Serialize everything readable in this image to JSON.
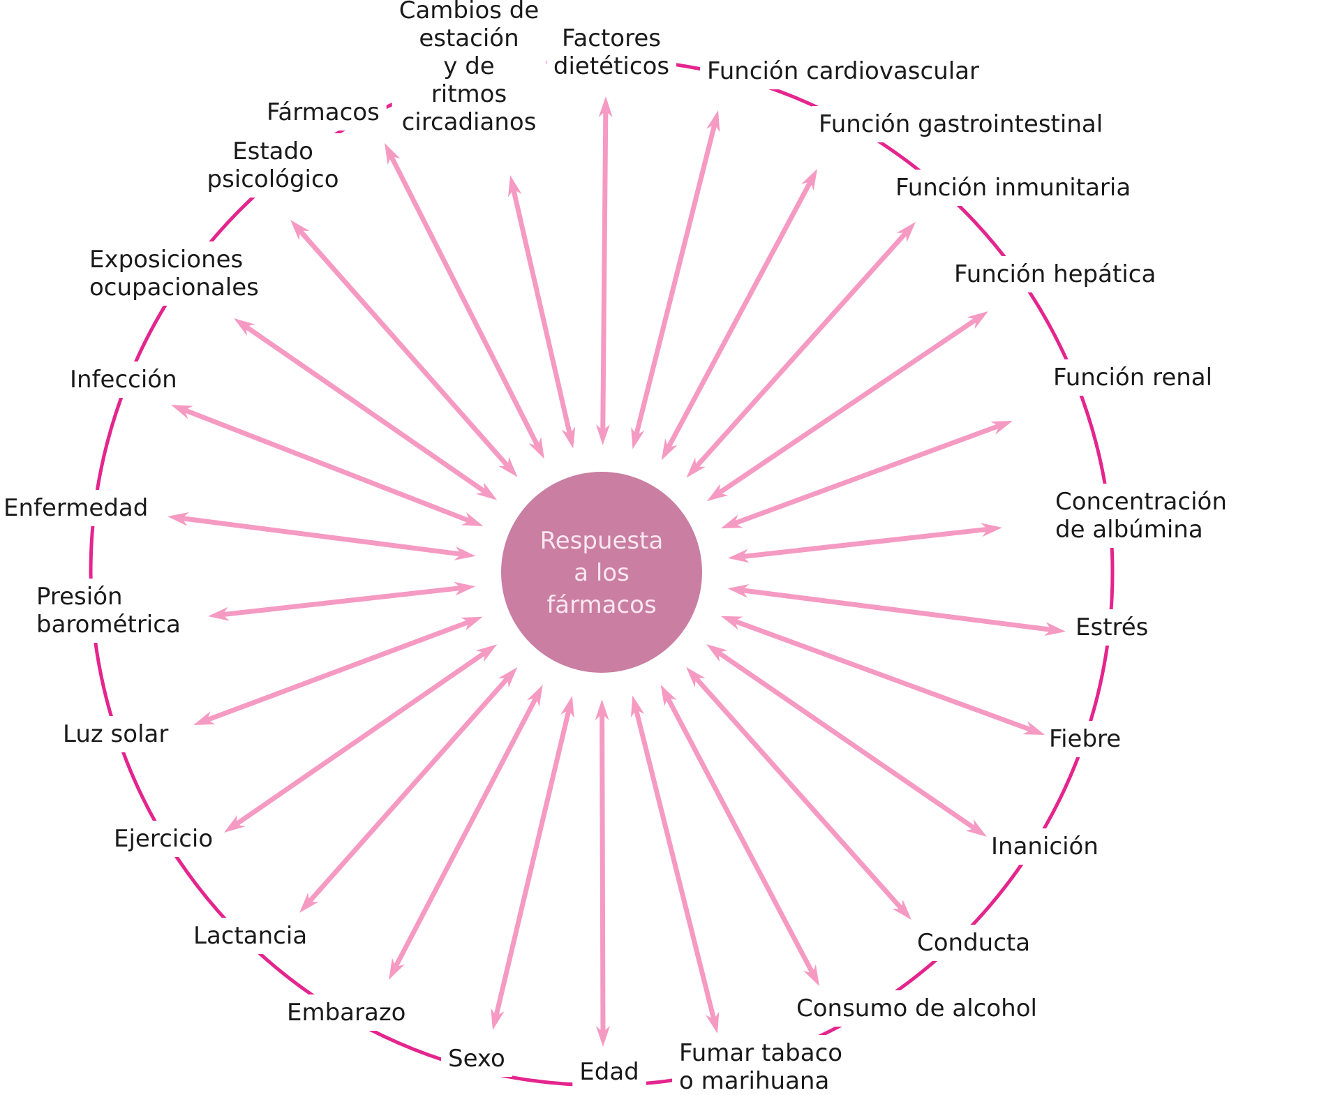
{
  "diagram": {
    "center": {
      "lines": [
        "Respuesta",
        "a los",
        "fármacos"
      ]
    },
    "colors": {
      "arc": "#e4258e",
      "arrow": "#f59ac2",
      "center_fill": "#c97ea2",
      "center_text": "#fbe7ef",
      "label": "#1a1a1a"
    },
    "factors": [
      {
        "lines": [
          "Factores",
          "dietéticos"
        ]
      },
      {
        "lines": [
          "Función  cardiovascular"
        ]
      },
      {
        "lines": [
          "Función gastrointestinal"
        ]
      },
      {
        "lines": [
          "Función inmunitaria"
        ]
      },
      {
        "lines": [
          "Función hepática"
        ]
      },
      {
        "lines": [
          "Función renal"
        ]
      },
      {
        "lines": [
          "Concentración",
          "de albúmina"
        ]
      },
      {
        "lines": [
          "Estrés"
        ]
      },
      {
        "lines": [
          "Fiebre"
        ]
      },
      {
        "lines": [
          "Inanición"
        ]
      },
      {
        "lines": [
          "Conducta"
        ]
      },
      {
        "lines": [
          "Consumo de alcohol"
        ]
      },
      {
        "lines": [
          "Fumar tabaco",
          "o marihuana"
        ]
      },
      {
        "lines": [
          "Edad"
        ]
      },
      {
        "lines": [
          "Sexo"
        ]
      },
      {
        "lines": [
          "Embarazo"
        ]
      },
      {
        "lines": [
          "Lactancia"
        ]
      },
      {
        "lines": [
          "Ejercicio"
        ]
      },
      {
        "lines": [
          "Luz solar"
        ]
      },
      {
        "lines": [
          "Presión",
          "barométrica"
        ]
      },
      {
        "lines": [
          "Enfermedad"
        ]
      },
      {
        "lines": [
          "Infección"
        ]
      },
      {
        "lines": [
          "Exposiciones",
          "ocupacionales"
        ]
      },
      {
        "lines": [
          "Estado",
          "psicológico"
        ]
      },
      {
        "lines": [
          "Fármacos"
        ]
      },
      {
        "lines": [
          "Cambios de",
          "estación",
          "y de",
          "ritmos",
          "circadianos"
        ]
      }
    ]
  }
}
